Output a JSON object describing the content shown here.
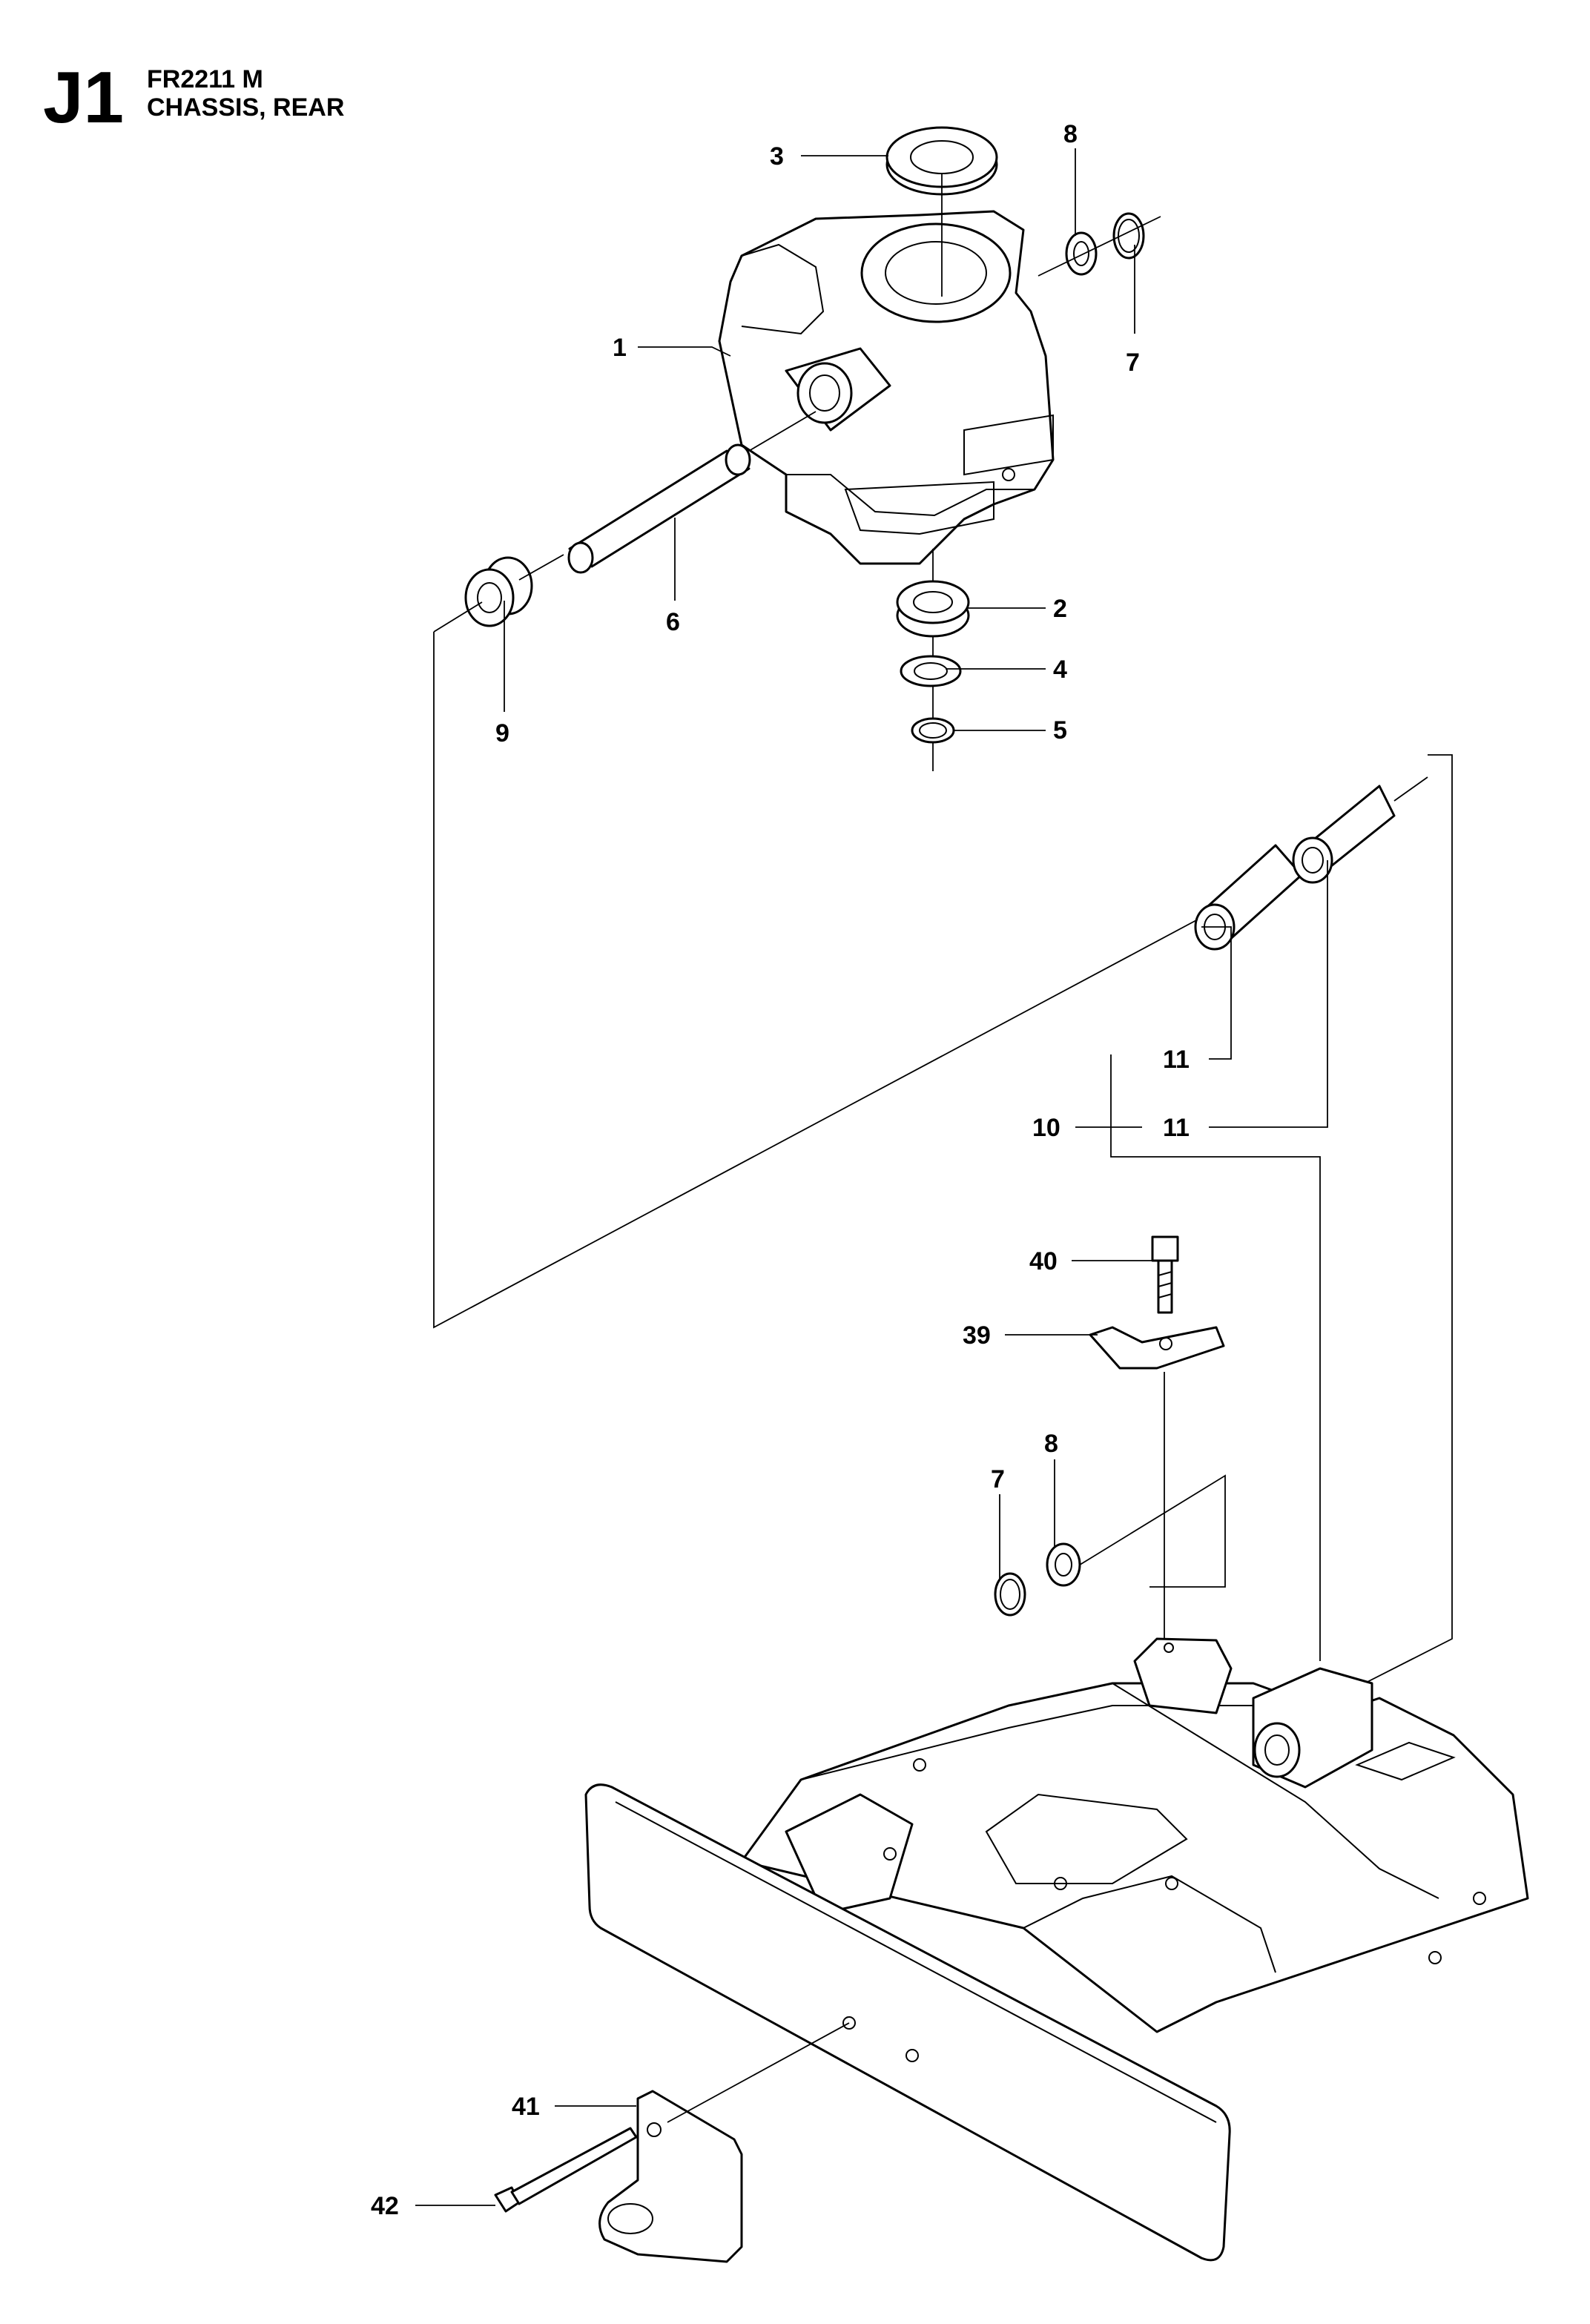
{
  "header": {
    "code": "J1",
    "model": "FR2211 M",
    "title": "CHASSIS, REAR"
  },
  "callouts": {
    "c1": "1",
    "c2": "2",
    "c3": "3",
    "c4": "4",
    "c5": "5",
    "c6": "6",
    "c7a": "7",
    "c7b": "7",
    "c8a": "8",
    "c8b": "8",
    "c9": "9",
    "c10": "10",
    "c11a": "11",
    "c11b": "11",
    "c39": "39",
    "c40": "40",
    "c41": "41",
    "c42": "42"
  }
}
